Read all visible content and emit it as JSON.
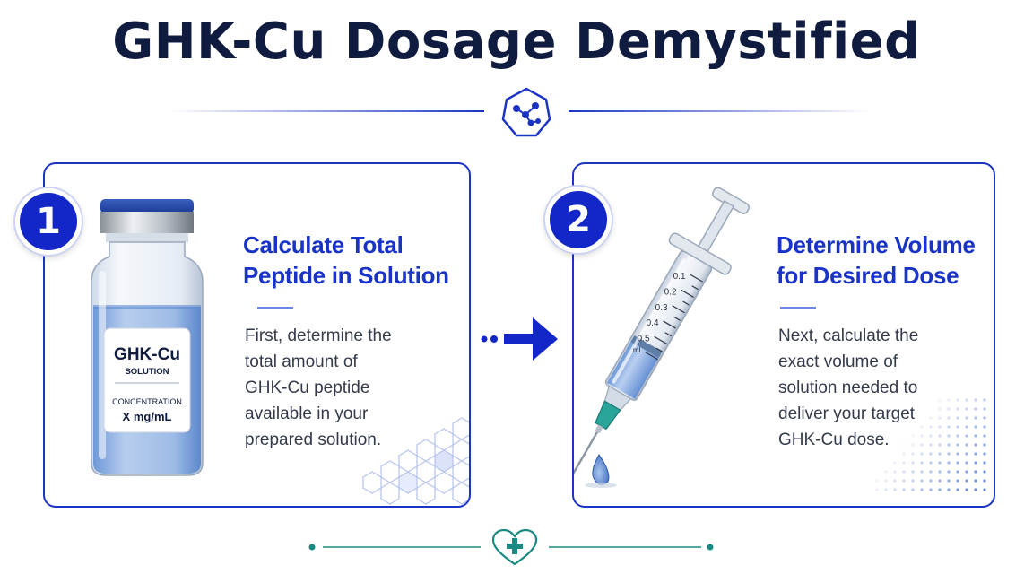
{
  "title": "GHK-Cu Dosage Demystified",
  "steps": [
    {
      "number": "1",
      "title_lines": [
        "Calculate Total",
        "Peptide in Solution"
      ],
      "desc_lines": [
        "First, determine the",
        "total amount of",
        "GHK-Cu peptide",
        "available in your",
        "prepared solution."
      ],
      "vial": {
        "label_name": "GHK-Cu",
        "label_sub": "SOLUTION",
        "label_conc": "CONCENTRATION",
        "label_value": "X mg/mL"
      }
    },
    {
      "number": "2",
      "title_lines": [
        "Determine Volume",
        "for Desired Dose"
      ],
      "desc_lines": [
        "Next, calculate the",
        "exact volume of",
        "solution needed to",
        "deliver your target",
        "GHK-Cu dose."
      ],
      "syringe": {
        "marks": [
          "0.1",
          "0.2",
          "0.3",
          "0.4",
          "0.5"
        ],
        "unit": "mL"
      }
    }
  ],
  "colors": {
    "primary": "#1326c8",
    "title": "#101c3f",
    "teal": "#1a8a82"
  },
  "icons": [
    "molecule-icon",
    "arrow-right-icon",
    "heart-plus-icon"
  ]
}
